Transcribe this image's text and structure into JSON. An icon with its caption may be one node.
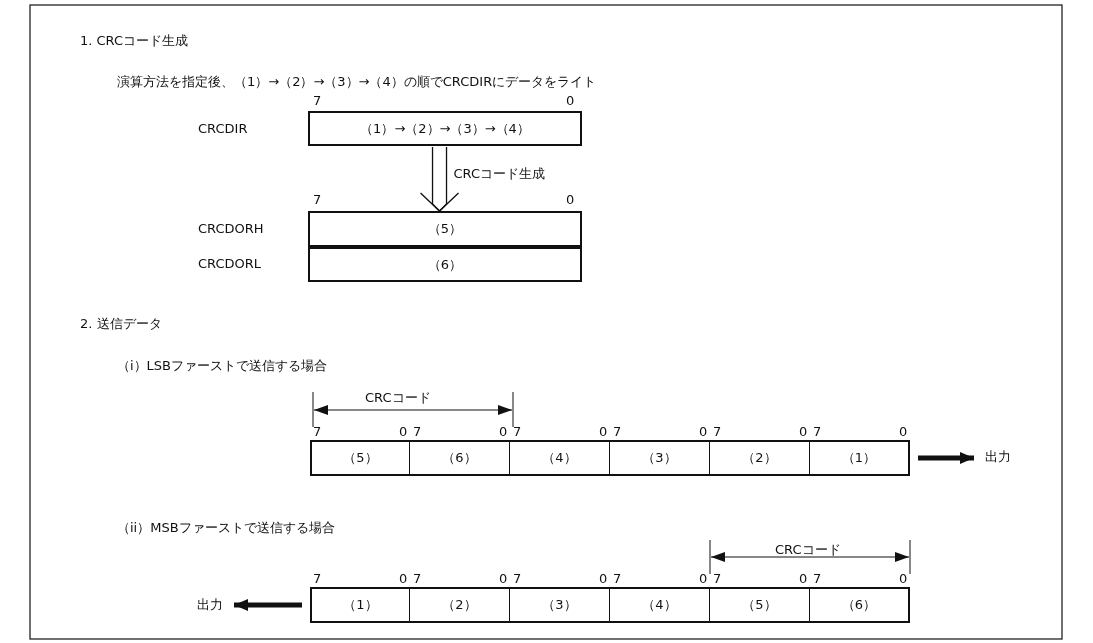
{
  "diagram": {
    "nodes": [
      {
        "text": [
          "（1）→（2）→（3）→（4）"
        ]
      },
      {
        "text": [
          "（5）"
        ]
      },
      {
        "text": [
          "（6）"
        ]
      },
      {
        "text": [
          "（5）"
        ]
      },
      {
        "text": [
          "（6）"
        ]
      },
      {
        "text": [
          "（4）"
        ]
      },
      {
        "text": [
          "（3）"
        ]
      },
      {
        "text": [
          "（2）"
        ]
      },
      {
        "text": [
          "（1）"
        ]
      },
      {
        "text": [
          "出力"
        ]
      },
      {
        "text": [
          "出力"
        ]
      },
      {
        "text": [
          "（1）"
        ]
      },
      {
        "text": [
          "（2）"
        ]
      },
      {
        "text": [
          "（3）"
        ]
      },
      {
        "text": [
          "（4）"
        ]
      },
      {
        "text": [
          "（5）"
        ]
      },
      {
        "text": [
          "（6）"
        ]
      }
    ],
    "edges": [
      {
        "from": 0,
        "to": 1,
        "arrow": "to",
        "label": "CRCコード生成"
      },
      {
        "from": 8,
        "to": 9,
        "arrow": "to"
      },
      {
        "from": 11,
        "to": 10,
        "arrow": "to"
      }
    ],
    "labels": [
      "1. CRCコード生成",
      "演算方法を指定後、（1）→（2）→（3）→（4）の順でCRCDIRにデータをライト",
      "7",
      "0",
      "CRCDIR",
      "7",
      "0",
      "CRCDORH",
      "CRCDORL",
      "2. 送信データ",
      "（i）LSBファーストで送信する場合",
      "CRCコード",
      "7",
      "0",
      "7",
      "0",
      "7",
      "0",
      "7",
      "0",
      "7",
      "0",
      "7",
      "0",
      "（ii）MSBファーストで送信する場合",
      "CRCコード",
      "7",
      "0",
      "7",
      "0",
      "7",
      "0",
      "7",
      "0",
      "7",
      "0",
      "7",
      "0"
    ]
  }
}
